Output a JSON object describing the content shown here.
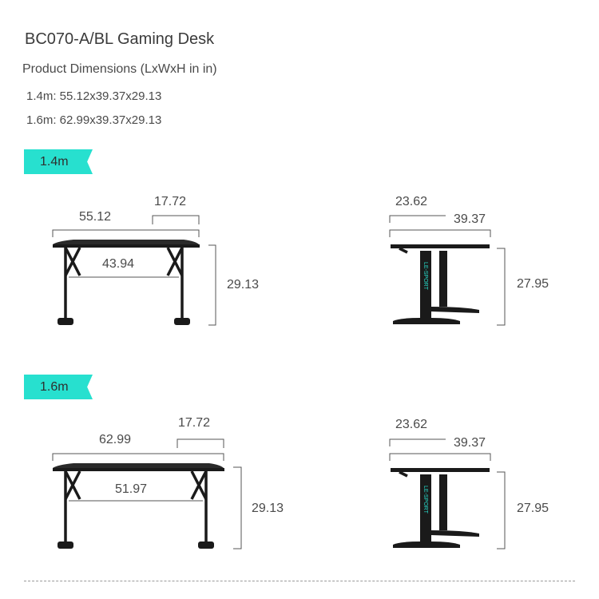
{
  "header": {
    "title": "BC070-A/BL Gaming Desk",
    "subtitle": "Product Dimensions (LxWxH in in)",
    "specs": [
      "1.4m: 55.12x39.37x29.13",
      "1.6m: 62.99x39.37x29.13"
    ]
  },
  "sections": [
    {
      "tag": "1.4m",
      "front": {
        "width": "55.12",
        "depth_top": "17.72",
        "inner": "43.94",
        "height": "29.13"
      },
      "side": {
        "depth": "23.62",
        "full_depth": "39.37",
        "leg_height": "27.95",
        "logo": "LE-SPORT"
      }
    },
    {
      "tag": "1.6m",
      "front": {
        "width": "62.99",
        "depth_top": "17.72",
        "inner": "51.97",
        "height": "29.13"
      },
      "side": {
        "depth": "23.62",
        "full_depth": "39.37",
        "leg_height": "27.95",
        "logo": "LE-SPORT"
      }
    }
  ]
}
